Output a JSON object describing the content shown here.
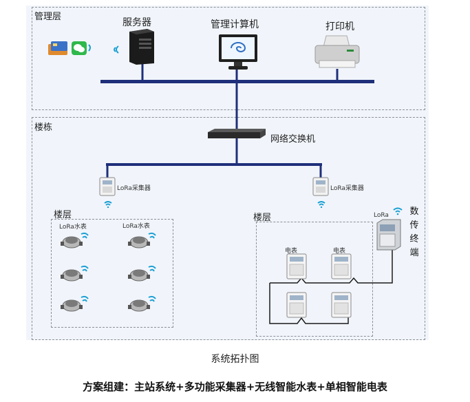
{
  "mgmt": {
    "label": "管理层",
    "server": "服务器",
    "pc": "管理计算机",
    "printer": "打印机"
  },
  "building": {
    "label": "楼栋",
    "switch": "网络交换机",
    "collector": "LoRa采集器"
  },
  "floor_left": {
    "label": "楼层",
    "meter_label": "LoRa水表"
  },
  "floor_right": {
    "label": "楼层",
    "meter_label": "电表"
  },
  "terminal": {
    "label": "LoRa",
    "chars": [
      "数",
      "传",
      "终",
      "端"
    ]
  },
  "caption": "系统拓扑图",
  "footer": "方案组建：主站系统+多功能采集器+无线智能水表+单相智能电表",
  "colors": {
    "bus": "#1f2f7a",
    "accent": "#1a9fd4"
  }
}
